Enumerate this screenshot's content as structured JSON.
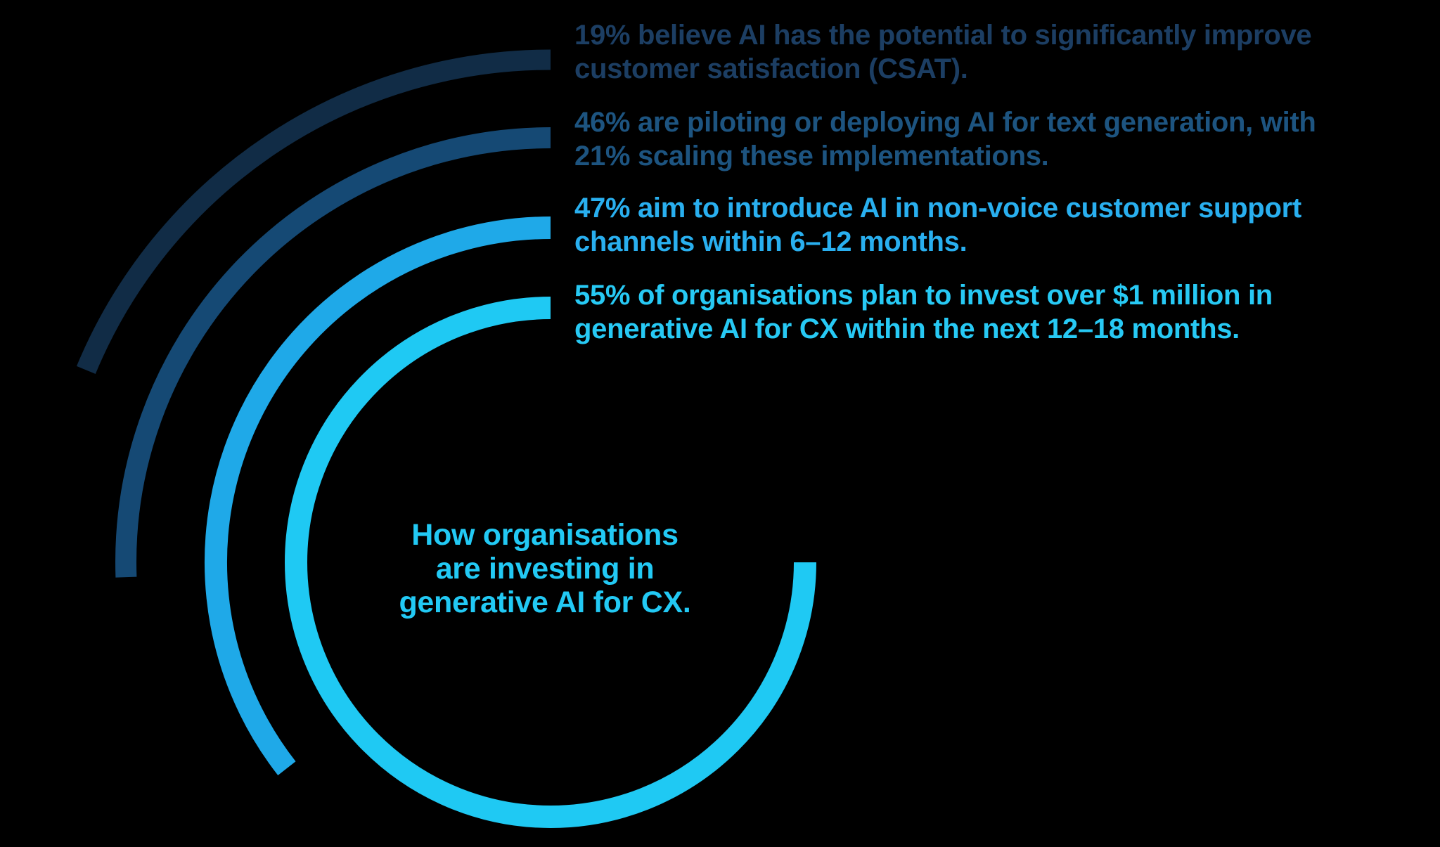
{
  "background": "#000000",
  "title": {
    "lines": [
      "How organisations",
      "are investing in",
      "generative AI for CX."
    ],
    "color": "#22C9F4"
  },
  "annotations": [
    {
      "percent": "19%",
      "lines": [
        "19% believe AI has the potential to significantly improve",
        "customer satisfaction (CSAT)."
      ],
      "color": "#1C3E63"
    },
    {
      "percent": "46%",
      "lines": [
        "46% are piloting or deploying AI for text generation, with",
        "21% scaling these implementations."
      ],
      "color": "#1D5480"
    },
    {
      "percent": "47%",
      "lines": [
        "47% aim to introduce AI in non-voice customer support",
        "channels within 6–12 months."
      ],
      "color": "#29AFEF"
    },
    {
      "percent": "55%",
      "lines": [
        "55% of organisations plan to invest over $1 million in",
        "generative AI for CX within the next 12–18 months."
      ],
      "color": "#27C9F4"
    }
  ],
  "chart_data": {
    "type": "pie",
    "variant": "concentric radial arcs (activity-ring style infographic) on black background",
    "title": "How organisations are investing in generative AI for CX.",
    "legend_position": "right-annotations",
    "center": {
      "x": 783,
      "y": 800
    },
    "start_angle_deg": -90,
    "direction": "counterclockwise",
    "series": [
      {
        "name": "Believe AI has the potential to significantly improve customer satisfaction (CSAT)",
        "percent": 19,
        "sweep_deg": 67.5,
        "radius": 715,
        "stroke_width": 29,
        "color": "#112C46"
      },
      {
        "name": "Are piloting or deploying AI for text generation (21% scaling these implementations)",
        "percent": 46,
        "sweep_deg": 92,
        "radius": 604,
        "stroke_width": 30,
        "color": "#154974"
      },
      {
        "name": "Aim to introduce AI in non-voice customer support channels within 6–12 months",
        "percent": 47,
        "sweep_deg": 128,
        "radius": 476,
        "stroke_width": 32,
        "color": "#1FA9E8"
      },
      {
        "name": "Plan to invest over $1 million in generative AI for CX within the next 12–18 months",
        "percent": 55,
        "sweep_deg": 270,
        "radius": 362,
        "stroke_width": 32,
        "color": "#1FC9F3"
      }
    ]
  }
}
